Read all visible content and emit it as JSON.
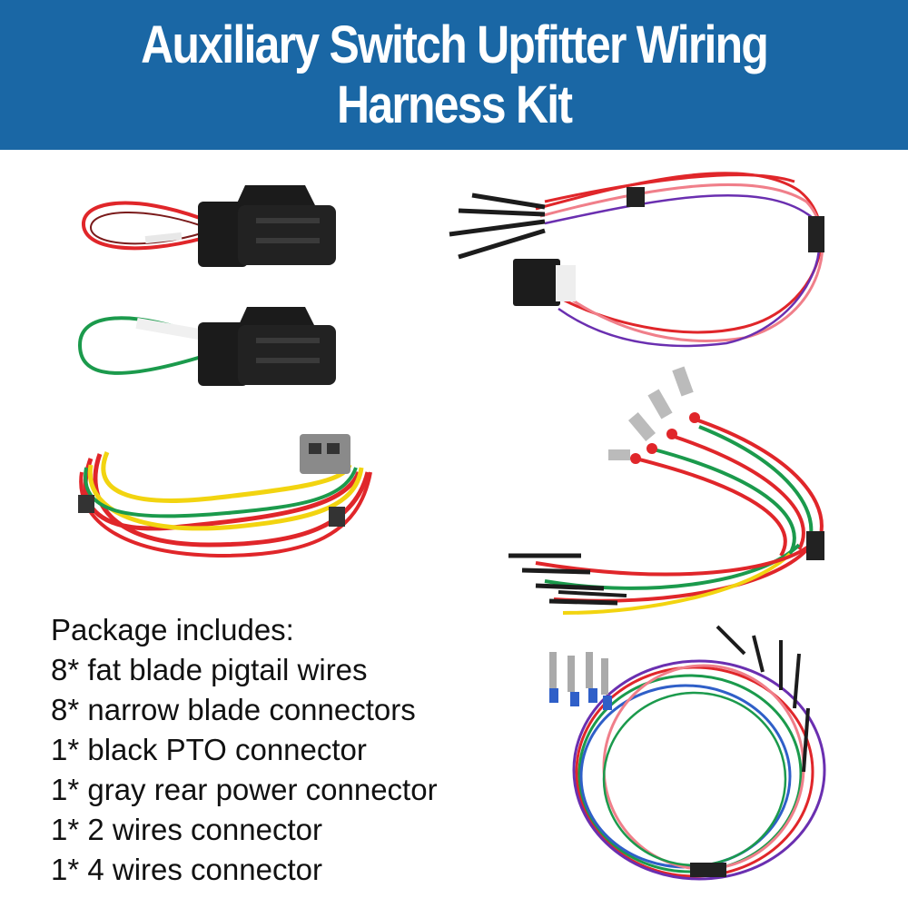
{
  "header": {
    "title_line1": "Auxiliary Switch Upfitter Wiring",
    "title_line2": "Harness Kit",
    "background_color": "#1a67a5",
    "text_color": "#ffffff"
  },
  "package": {
    "heading": "Package includes:",
    "items": [
      "8* fat blade pigtail wires",
      "8* narrow blade connectors",
      "1* black PTO connector",
      "1* gray rear power connector",
      "1* 2 wires connector",
      "1* 4 wires connector"
    ]
  },
  "wire_colors": {
    "red": "#e0262a",
    "pink": "#f07f8a",
    "green": "#1b9a4c",
    "yellow": "#f2d410",
    "purple": "#6a2fb0",
    "blue": "#2f5fc8",
    "black": "#1c1c1c",
    "gray": "#8a8a8a"
  },
  "product_images": [
    "red-loop-black-connector",
    "green-loop-black-connector",
    "gray-rear-power-connector-harness",
    "red-harness-with-black-plug",
    "fat-blade-pigtail-wires",
    "narrow-blade-connector-wires"
  ]
}
